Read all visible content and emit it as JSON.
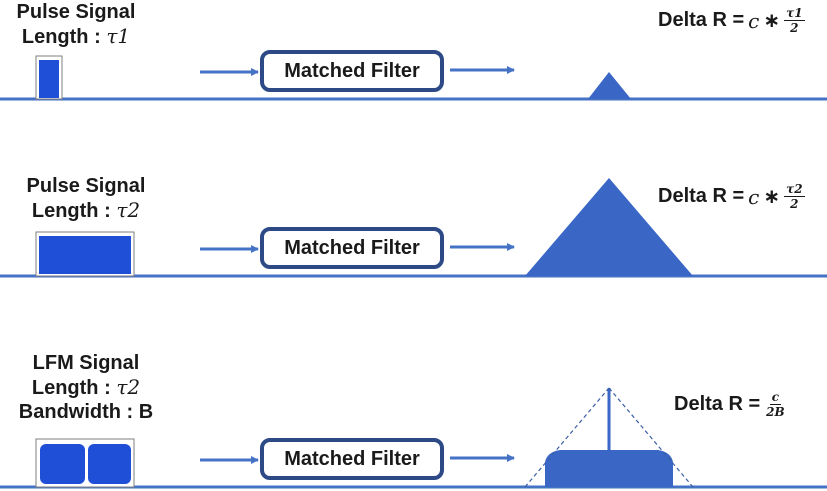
{
  "rows": [
    {
      "title": "Pulse Signal",
      "length_prefix": "Length : ",
      "length_symbol": "τ1",
      "filter_label": "Matched Filter",
      "formula_prefix": "Delta R = ",
      "formula_c": "c",
      "formula_op": "∗",
      "frac_num": "τ1",
      "frac_den": "2"
    },
    {
      "title": "Pulse Signal",
      "length_prefix": "Length : ",
      "length_symbol": "τ2",
      "filter_label": "Matched Filter",
      "formula_prefix": "Delta R = ",
      "formula_c": "c",
      "formula_op": "∗",
      "frac_num": "τ2",
      "frac_den": "2"
    },
    {
      "title": "LFM Signal",
      "length_prefix": "Length : ",
      "length_symbol": "τ2",
      "bandwidth": "Bandwidth : B",
      "filter_label": "Matched Filter",
      "formula_prefix": "Delta R = ",
      "frac_num": "c",
      "frac_den": "2B"
    }
  ],
  "colors": {
    "line": "#4472c4",
    "signal_fill": "#1f4fd6",
    "filter_border": "#2e4a86",
    "output_fill": "#3a67c6",
    "text": "#1a1a1a"
  }
}
